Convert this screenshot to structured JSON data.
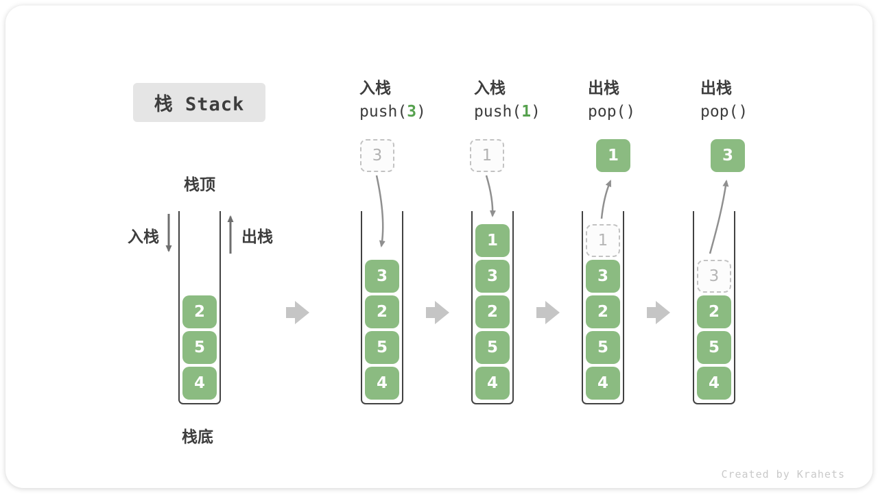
{
  "title": "栈 Stack",
  "side_labels": {
    "stack_top": "栈顶",
    "stack_bottom": "栈底",
    "push_arrow": "入栈",
    "pop_arrow": "出栈"
  },
  "operations": [
    {
      "label": "入栈",
      "code_pre": "push(",
      "code_arg": "3",
      "code_post": ")"
    },
    {
      "label": "入栈",
      "code_pre": "push(",
      "code_arg": "1",
      "code_post": ")"
    },
    {
      "label": "出栈",
      "code_pre": "pop(",
      "code_arg": "",
      "code_post": ")"
    },
    {
      "label": "出栈",
      "code_pre": "pop(",
      "code_arg": "",
      "code_post": ")"
    }
  ],
  "stacks": [
    {
      "blocks": [
        "2",
        "5",
        "4"
      ]
    },
    {
      "floating": "3",
      "blocks": [
        "3",
        "2",
        "5",
        "4"
      ]
    },
    {
      "floating": "1",
      "blocks": [
        "1",
        "3",
        "2",
        "5",
        "4"
      ]
    },
    {
      "floating": "1",
      "ghost": "1",
      "blocks": [
        "3",
        "2",
        "5",
        "4"
      ]
    },
    {
      "floating": "3",
      "ghost": "3",
      "blocks": [
        "2",
        "5",
        "4"
      ]
    }
  ],
  "footer": "Created by Krahets",
  "colors": {
    "block_green": "#8bbb81",
    "code_green": "#56a14e",
    "ghost_gray": "#c2c2c2",
    "step_arrow_gray": "#c5c5c5",
    "motion_arrow_gray": "#8f8f8f"
  }
}
